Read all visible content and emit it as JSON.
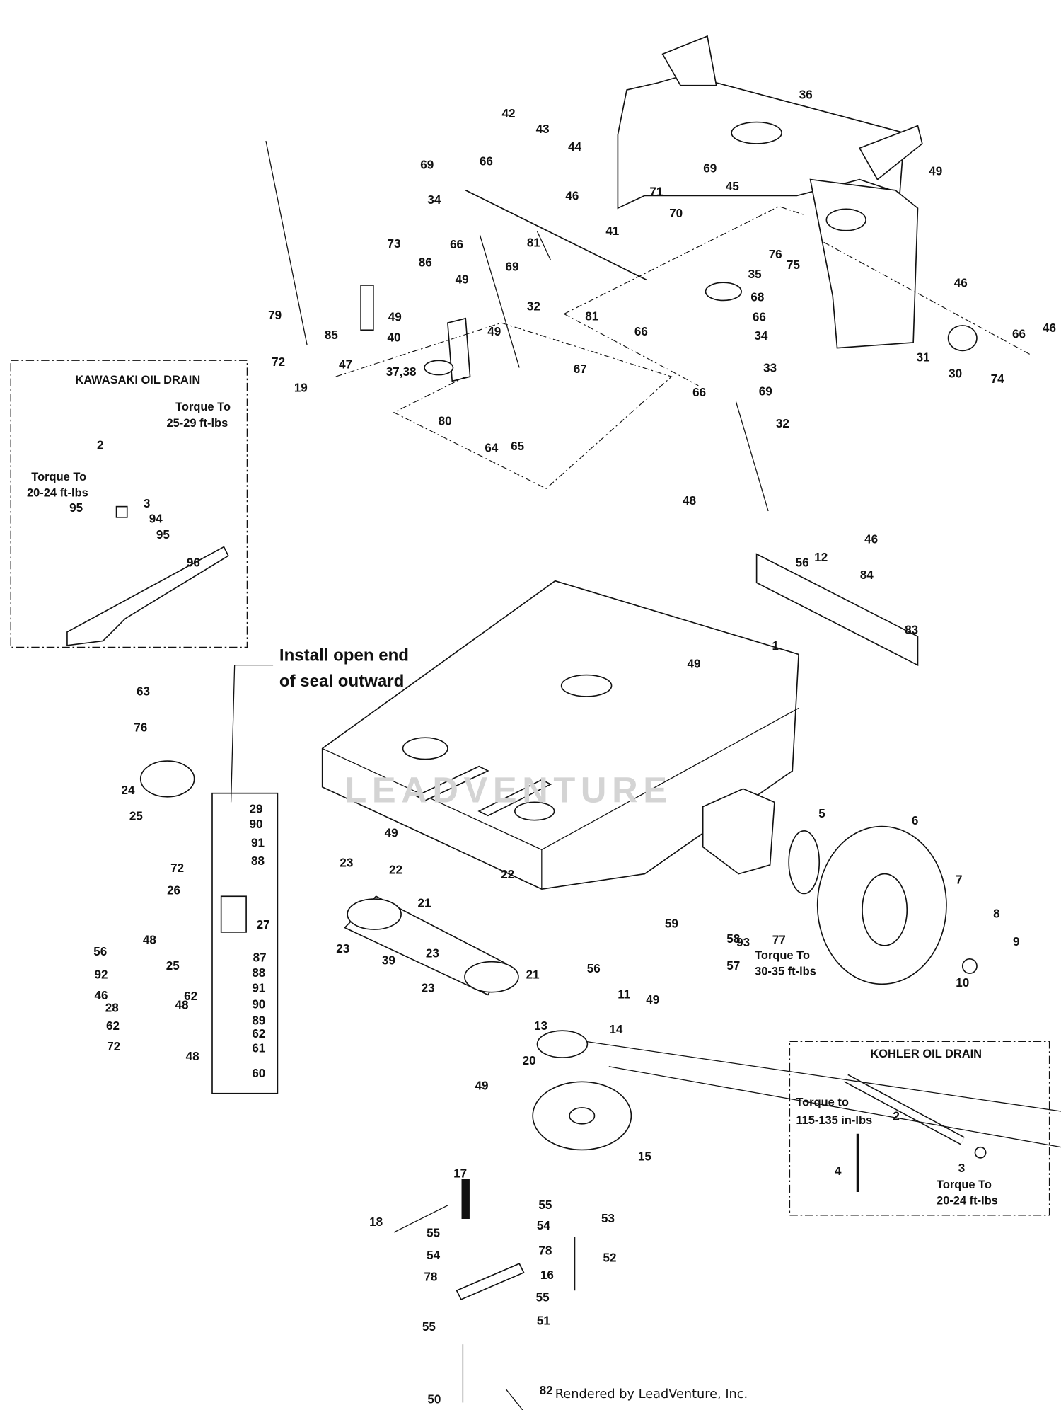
{
  "diagram": {
    "kawasaki_box": {
      "title": "KAWASAKI OIL DRAIN",
      "torque_upper": [
        "Torque To",
        "25-29 ft-lbs"
      ],
      "torque_lower": [
        "Torque To",
        "20-24 ft-lbs"
      ],
      "callouts": [
        "2",
        "3",
        "95",
        "94",
        "95",
        "96"
      ]
    },
    "kohler_box": {
      "title": "KOHLER OIL DRAIN",
      "torque_left": [
        "Torque to",
        "115-135 in-lbs"
      ],
      "torque_right": [
        "Torque To",
        "20-24 ft-lbs"
      ],
      "callouts": [
        "2",
        "4",
        "3"
      ]
    },
    "seal_note": [
      "Install open end",
      "of seal outward"
    ],
    "wheel_torque": [
      "Torque To",
      "30-35 ft-lbs"
    ],
    "callouts": [
      "42",
      "43",
      "44",
      "36",
      "49",
      "69",
      "66",
      "34",
      "46",
      "71",
      "69",
      "70",
      "45",
      "41",
      "81",
      "66",
      "69",
      "73",
      "86",
      "49",
      "32",
      "35",
      "68",
      "66",
      "34",
      "81",
      "66",
      "76",
      "75",
      "46",
      "66",
      "46",
      "31",
      "30",
      "74",
      "79",
      "40",
      "49",
      "49",
      "85",
      "72",
      "47",
      "19",
      "37,38",
      "67",
      "33",
      "66",
      "69",
      "32",
      "80",
      "64",
      "65",
      "48",
      "12",
      "46",
      "56",
      "84",
      "83",
      "1",
      "49",
      "63",
      "76",
      "24",
      "25",
      "29",
      "90",
      "91",
      "88",
      "49",
      "5",
      "6",
      "72",
      "26",
      "27",
      "23",
      "22",
      "21",
      "22",
      "23",
      "23",
      "59",
      "93",
      "77",
      "58",
      "57",
      "56",
      "11",
      "49",
      "7",
      "8",
      "9",
      "10",
      "56",
      "48",
      "92",
      "46",
      "25",
      "62",
      "28",
      "62",
      "48",
      "72",
      "48",
      "87",
      "88",
      "91",
      "90",
      "89",
      "62",
      "61",
      "60",
      "39",
      "23",
      "21",
      "13",
      "14",
      "20",
      "49",
      "15",
      "17",
      "18",
      "55",
      "54",
      "53",
      "55",
      "54",
      "78",
      "52",
      "78",
      "16",
      "55",
      "51",
      "55",
      "50",
      "82"
    ],
    "credit": "Rendered by LeadVenture, Inc.",
    "watermark": "LEADVENTURE"
  }
}
